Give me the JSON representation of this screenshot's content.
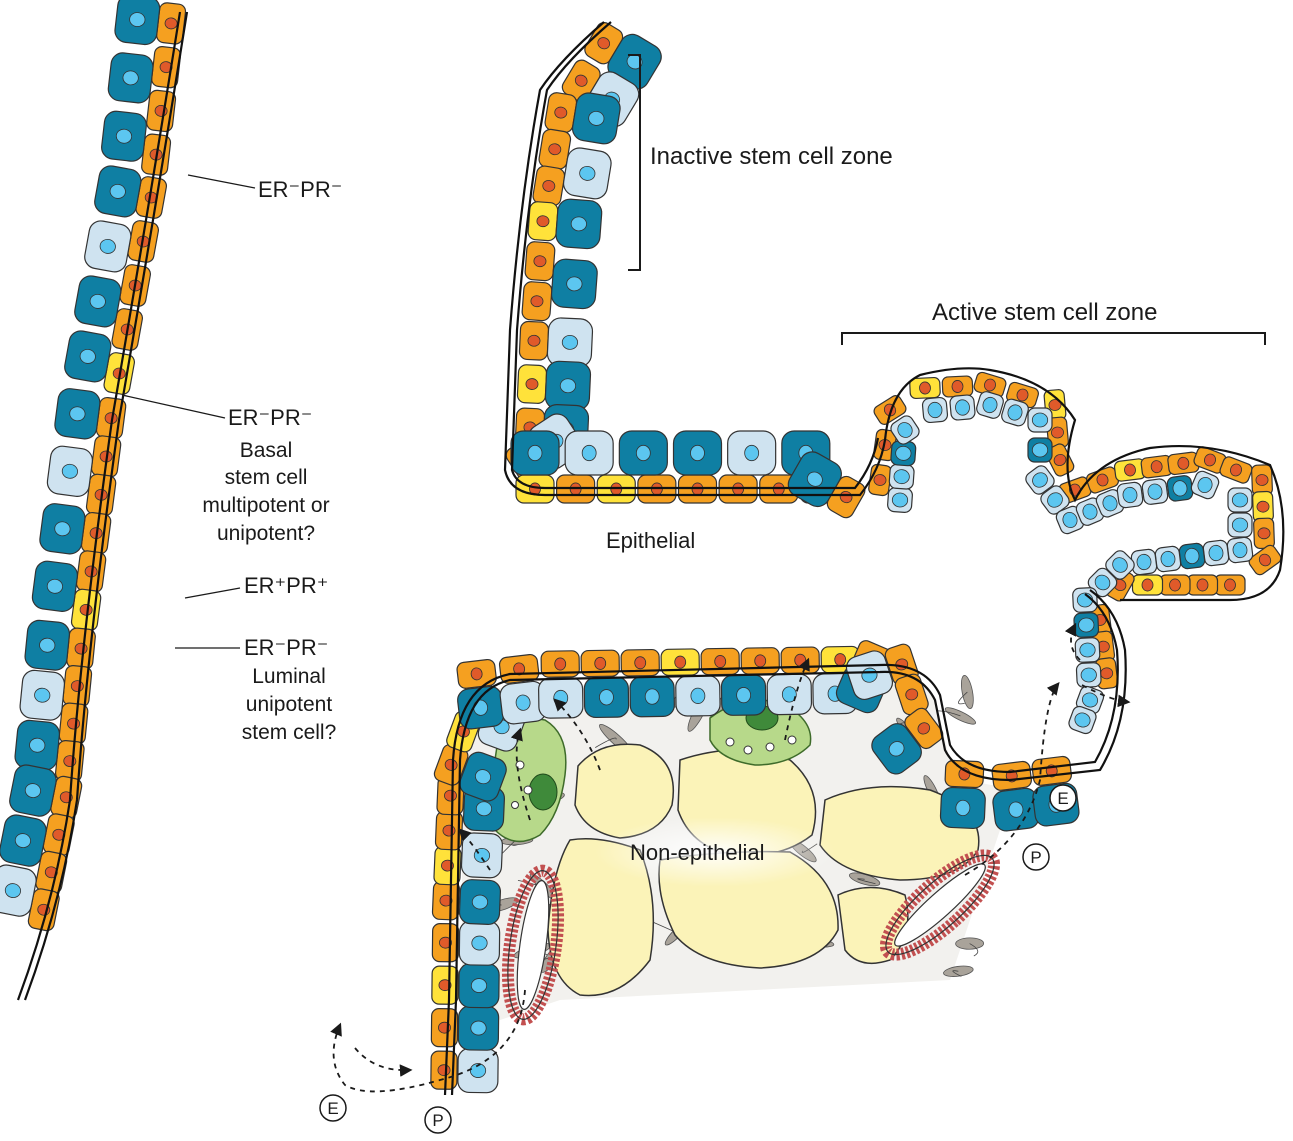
{
  "labels": {
    "er_pr_neg_1": "ER⁻PR⁻",
    "er_pr_neg_2": "ER⁻PR⁻",
    "basal_1": "Basal",
    "basal_2": "stem cell",
    "basal_3": "multipotent or",
    "basal_4": "unipotent?",
    "er_pr_pos": "ER⁺PR⁺",
    "er_pr_neg_3": "ER⁻PR⁻",
    "luminal_1": "Luminal",
    "luminal_2": "unipotent",
    "luminal_3": "stem cell?",
    "inactive_zone": "Inactive stem cell zone",
    "active_zone": "Active stem cell zone",
    "epithelial": "Epithelial",
    "non_epithelial": "Non-epithelial",
    "e_marker": "E",
    "p_marker": "P"
  },
  "colors": {
    "luminal_orange": "#f5a020",
    "luminal_yellow": "#ffe23a",
    "nucleus_red": "#e05a2a",
    "myo_dark_teal": "#0f7fa3",
    "myo_light_blue": "#cfe3f0",
    "nucleus_blue": "#5cc6f0",
    "adipocyte": "#fbf3b8",
    "fibroblast": "#a9a39a",
    "macrophage_green": "#b7d98a",
    "vessel_red": "#d98080"
  }
}
